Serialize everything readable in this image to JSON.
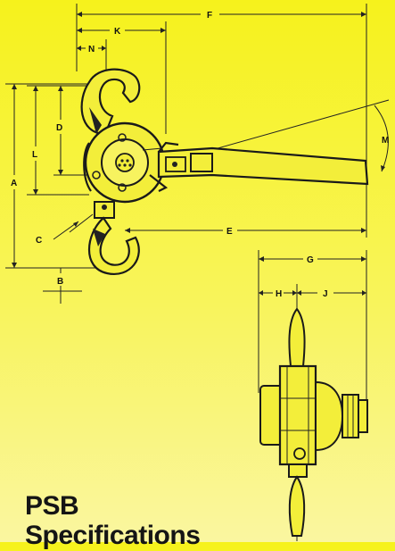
{
  "title": {
    "line1": "PSB",
    "line2": "Specifications"
  },
  "dimension_labels": {
    "A": "A",
    "B": "B",
    "C": "C",
    "D": "D",
    "E": "E",
    "F": "F",
    "G": "G",
    "H": "H",
    "J": "J",
    "K": "K",
    "L": "L",
    "M": "M",
    "N": "N"
  },
  "colors": {
    "background_top": "#f6f21c",
    "background_bottom": "#faf6a0",
    "ink": "#1a1a1a"
  }
}
